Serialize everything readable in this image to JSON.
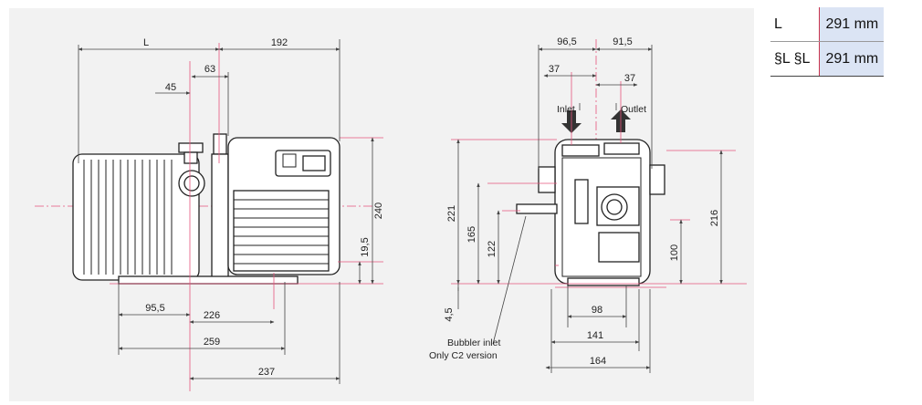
{
  "spec_table": [
    {
      "key": "L",
      "value": "291 mm"
    },
    {
      "key": "§L §L",
      "value": "291 mm"
    }
  ],
  "side_view": {
    "dims": {
      "L": "L",
      "d192": "192",
      "d63": "63",
      "d45": "45",
      "d240": "240",
      "d19_5": "19,5",
      "d95_5": "95,5",
      "d226": "226",
      "d259": "259",
      "d237": "237"
    }
  },
  "end_view": {
    "dims": {
      "d96_5": "96,5",
      "d91_5": "91,5",
      "d37a": "37",
      "d37b": "37",
      "d221": "221",
      "d165": "165",
      "d122": "122",
      "d4_5": "4,5",
      "d216": "216",
      "d100": "100",
      "d98": "98",
      "d141": "141",
      "d164": "164"
    },
    "labels": {
      "inlet": "Inlet",
      "outlet": "Outlet",
      "bubbler_1": "Bubbler inlet",
      "bubbler_2": "Only C2 version"
    }
  }
}
